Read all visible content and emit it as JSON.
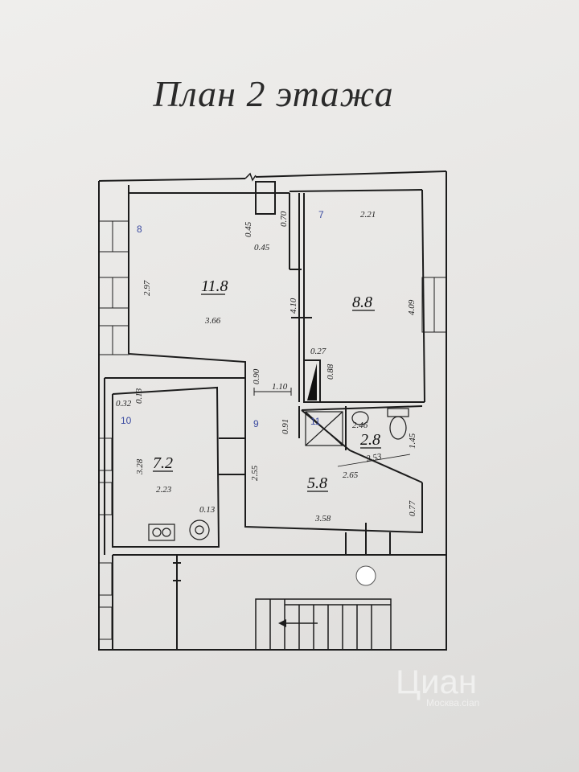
{
  "title": "План 2 этажа",
  "rooms": [
    {
      "number": "8",
      "area": "11.8"
    },
    {
      "number": "7",
      "area": "8.8"
    },
    {
      "number": "10",
      "area": "7.2"
    },
    {
      "number": "9",
      "area": "5.8"
    },
    {
      "number": "11",
      "area": "2.8"
    }
  ],
  "dimensions": {
    "d297": "2.97",
    "d366": "3.66",
    "d045a": "0.45",
    "d045b": "0.45",
    "d070": "0.70",
    "d221": "2.21",
    "d410": "4.10",
    "d409": "4.09",
    "d027": "0.27",
    "d088": "0.88",
    "d090": "0.90",
    "d110": "1.10",
    "d032": "0.32",
    "d013a": "0.13",
    "d091": "0.91",
    "d246": "2.46",
    "d145": "1.45",
    "d253": "2.53",
    "d265": "2.65",
    "d328": "3.28",
    "d223": "2.23",
    "d013b": "0.13",
    "d255": "2.55",
    "d358": "3.58",
    "d077": "0.77"
  },
  "watermark": {
    "brand": "Циан",
    "sub": "Москва.cian"
  }
}
